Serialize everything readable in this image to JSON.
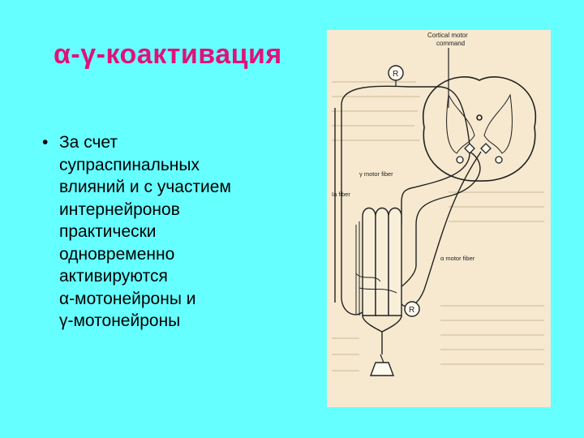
{
  "slide": {
    "title": "α-γ-коактивация",
    "bullet_text": "За счет\nсупраспинальных\nвлияний и с участием\nинтернейронов\nпрактически\nодновременно\nактивируются\nα-мотонейроны и\nγ-мотонейроны"
  },
  "figure": {
    "label_cortical_line1": "Cortical motor",
    "label_cortical_line2": "command",
    "label_r_top": "R",
    "label_r_bottom": "R",
    "label_gamma": "γ motor fiber",
    "label_ia": "Ia fiber",
    "label_alpha": "α motor fiber"
  },
  "colors": {
    "background": "#66ffff",
    "title": "#e0127a",
    "figure_paper": "#f6e9cf"
  }
}
